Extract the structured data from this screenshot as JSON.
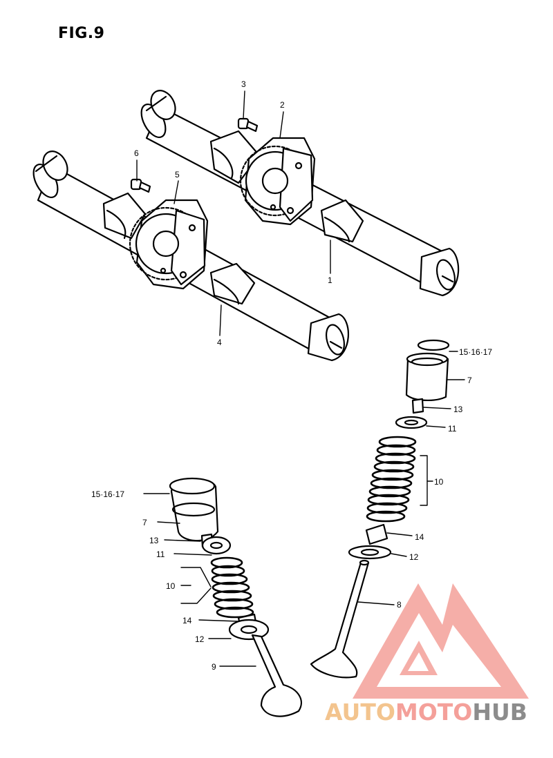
{
  "figure": {
    "title": "FIG.9"
  },
  "callouts": [
    {
      "id": "1",
      "text": "1"
    },
    {
      "id": "2",
      "text": "2"
    },
    {
      "id": "3",
      "text": "3"
    },
    {
      "id": "4",
      "text": "4"
    },
    {
      "id": "5",
      "text": "5"
    },
    {
      "id": "6",
      "text": "6"
    },
    {
      "id": "7a",
      "text": "7"
    },
    {
      "id": "7b",
      "text": "7"
    },
    {
      "id": "8",
      "text": "8"
    },
    {
      "id": "9",
      "text": "9"
    },
    {
      "id": "10a",
      "text": "10"
    },
    {
      "id": "10b",
      "text": "10"
    },
    {
      "id": "11a",
      "text": "11"
    },
    {
      "id": "11b",
      "text": "11"
    },
    {
      "id": "12a",
      "text": "12"
    },
    {
      "id": "12b",
      "text": "12"
    },
    {
      "id": "13a",
      "text": "13"
    },
    {
      "id": "13b",
      "text": "13"
    },
    {
      "id": "14a",
      "text": "14"
    },
    {
      "id": "14b",
      "text": "14"
    },
    {
      "id": "shimA",
      "text": "15·16·17"
    },
    {
      "id": "shimB",
      "text": "15·16·17"
    }
  ],
  "watermark": {
    "word_part_1": "AUTO",
    "word_part_2": "MOTO",
    "word_part_3": "HUB",
    "colors": {
      "triangle": "#f4a09a",
      "auto": "#f3c48e",
      "moto": "#f4a09a",
      "hub": "#8c8c8c"
    }
  },
  "colors": {
    "ink": "#000000",
    "paper": "#ffffff"
  }
}
